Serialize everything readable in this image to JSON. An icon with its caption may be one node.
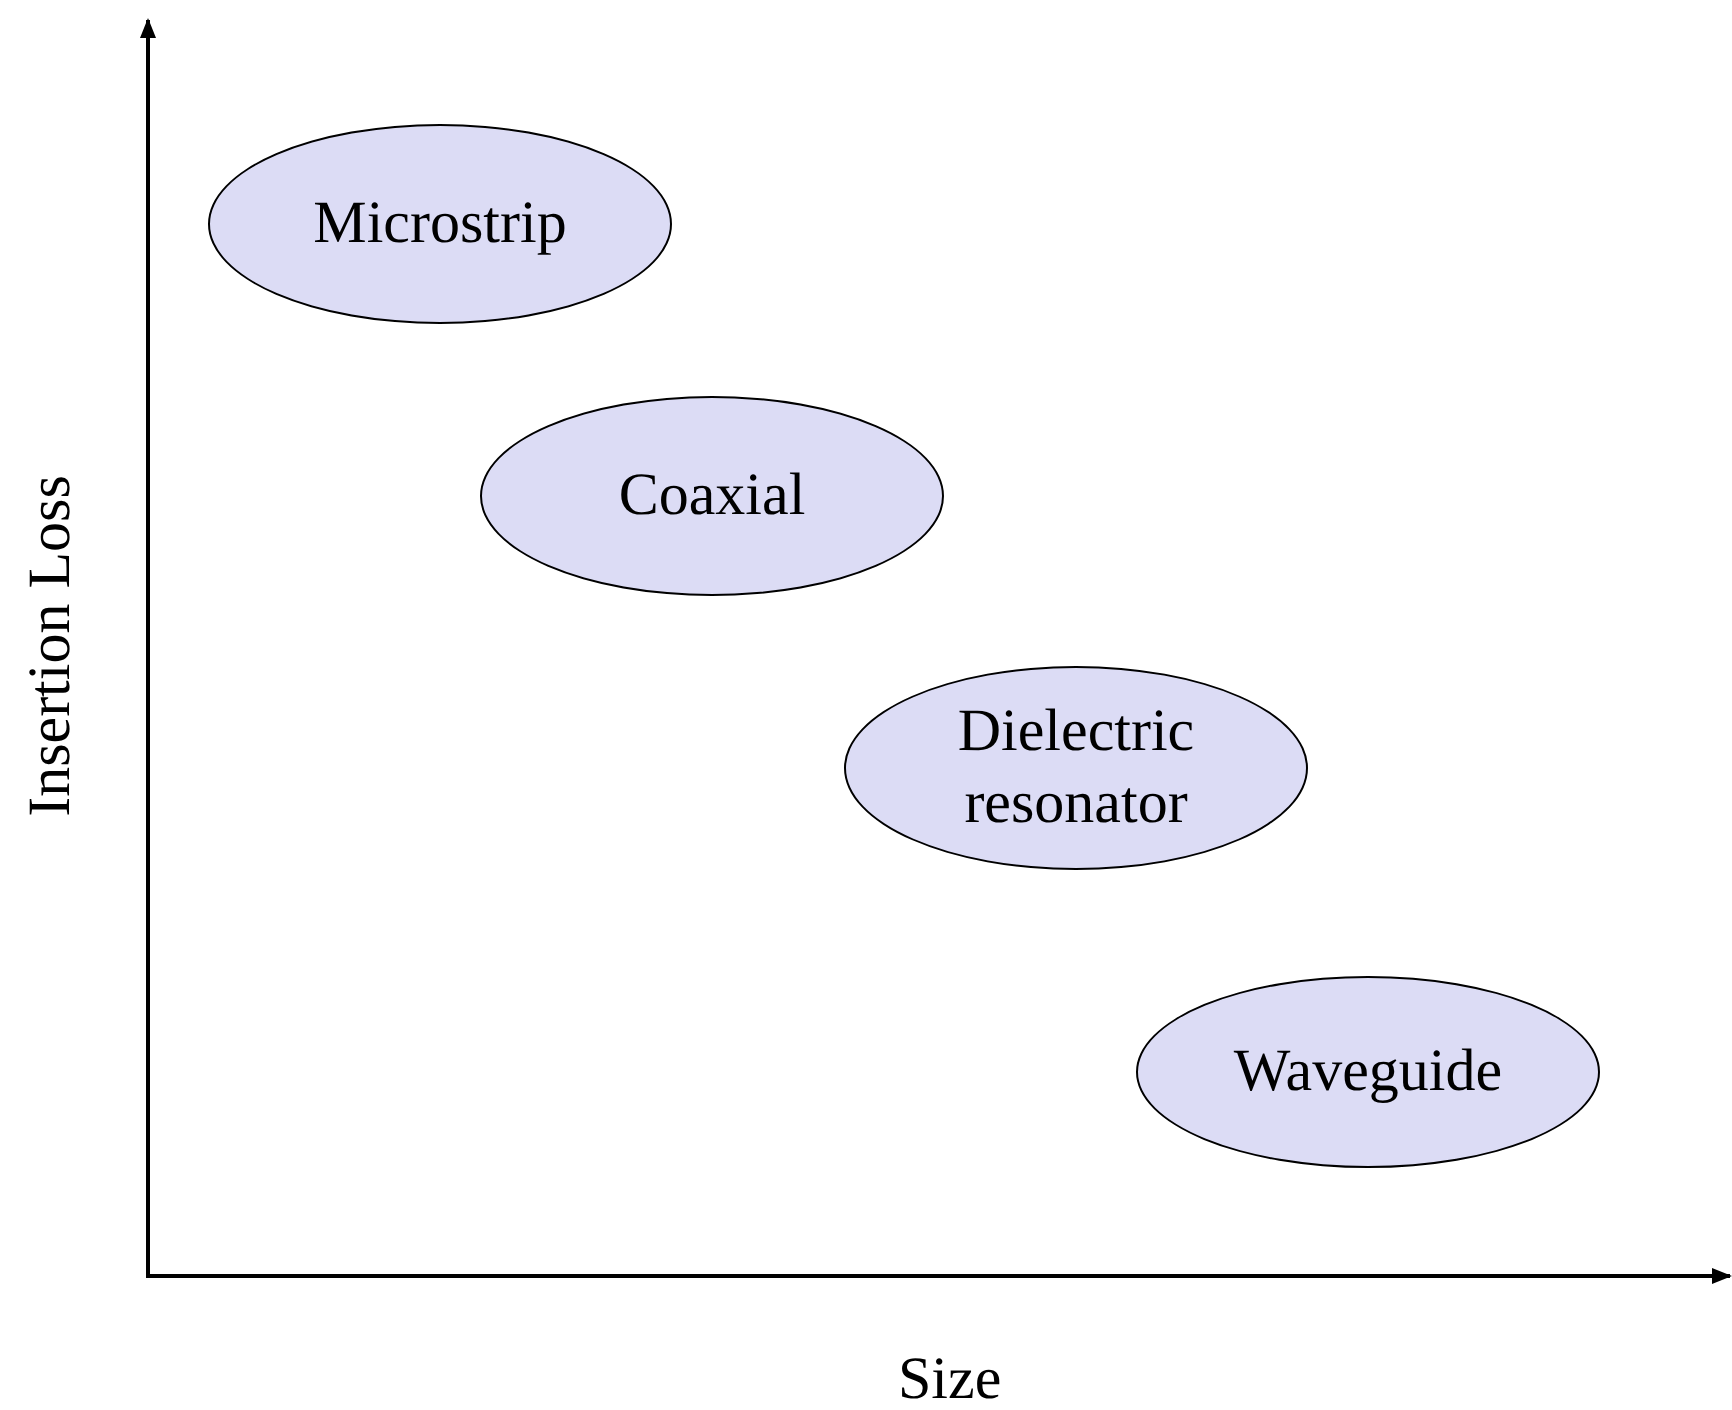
{
  "diagram": {
    "nodes": [
      {
        "text": [
          "Microstrip"
        ]
      },
      {
        "text": [
          "Coaxial"
        ]
      },
      {
        "text": [
          "Dielectric resonator"
        ]
      },
      {
        "text": [
          "Waveguide"
        ]
      }
    ],
    "labels": [
      "Insertion Loss",
      "Size"
    ]
  }
}
